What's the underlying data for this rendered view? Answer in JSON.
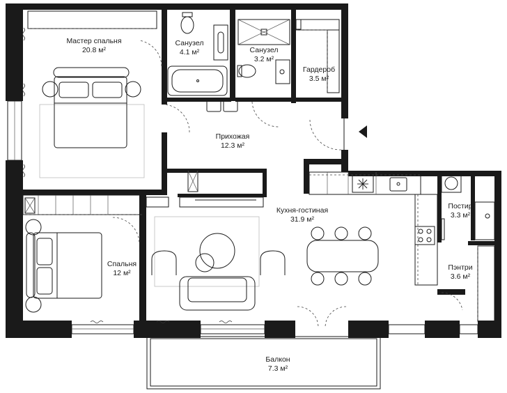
{
  "rooms": [
    {
      "key": "master",
      "name": "Мастер спальня",
      "area": "20.8 м²"
    },
    {
      "key": "bath1",
      "name": "Санузел",
      "area": "4.1 м²"
    },
    {
      "key": "bath2",
      "name": "Санузел",
      "area": "3.2 м²"
    },
    {
      "key": "wardrobe",
      "name": "Гардероб",
      "area": "3.5 м²"
    },
    {
      "key": "hall",
      "name": "Прихожая",
      "area": "12.3 м²"
    },
    {
      "key": "kitchen",
      "name": "Кухня-гостиная",
      "area": "31.9 м²"
    },
    {
      "key": "pantry-storage",
      "name": "Постир",
      "area": "3.3 м²"
    },
    {
      "key": "bedroom",
      "name": "Спальня",
      "area": "12 м²"
    },
    {
      "key": "pantry",
      "name": "Пэнтри",
      "area": "3.6 м²"
    },
    {
      "key": "balcony",
      "name": "Балкон",
      "area": "7.3 м²"
    }
  ],
  "icons": {
    "entrance": "entrance-arrow-icon"
  }
}
